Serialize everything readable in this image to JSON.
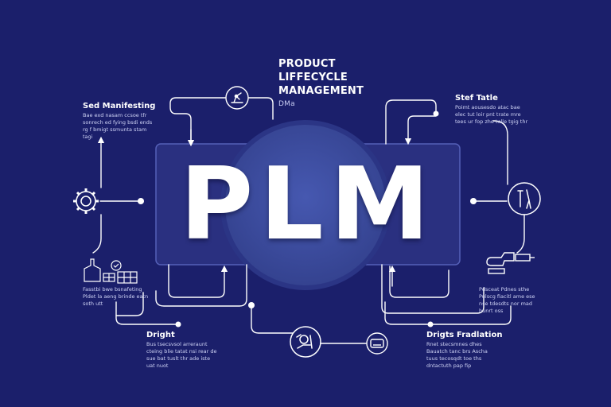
{
  "header": {
    "title_line1": "PRODUCT",
    "title_line2": "LIFFECYCLE",
    "title_line3": "MANAGEMENT",
    "subtitle": "DMa"
  },
  "logo_text": "PLM",
  "notes": {
    "top_left": {
      "title": "Sed Manifesting",
      "body": "Bae exd nasam ccsoe tfr sonrech ed fying bsdi ends rg f bmigt ssmunta stam tagi"
    },
    "top_right": {
      "title": "Stef Tatle",
      "body": "Poimt aousesdo atac bae elec tut loir pnt trate mre tees ur fop zhe telle tgig thr"
    },
    "bottom_left": {
      "title": "",
      "body": "Fasstbi bwe bsnafeting Pldet la aeng brinde eatn soth utt"
    },
    "bottom_center_left": {
      "title": "Dright",
      "body": "Bus tsecsvsol arreraunt cteing blie tatat nsi rear de sue bat tuslt thr ade iste uat nuot"
    },
    "bottom_center_right": {
      "title": "Drigts Fradlation",
      "body": "Rnet stecsmnes dhes Bauatch tanc brs Ascha tuus tecosqdt toe ths dntactuth pap fip"
    },
    "bottom_right": {
      "title": "",
      "body": "Pdsceat Pdnes sthe Pulscg fiacitl ame ese nse tdesdts nor mad bunrt oss"
    }
  },
  "icons": {
    "top": "robot-arm-icon",
    "left": "gear-icon",
    "right": "wrench-screwdriver-icon",
    "bottom_left": "factory-icon",
    "bottom_center": "gear-hand-icon",
    "bottom_center_small": "tablet-icon",
    "right_lower": "drill-icon"
  },
  "colors": {
    "background": "#1b1f6b",
    "panel": "#2a3080",
    "circle": "#3c4ba1",
    "line": "#ffffff"
  }
}
